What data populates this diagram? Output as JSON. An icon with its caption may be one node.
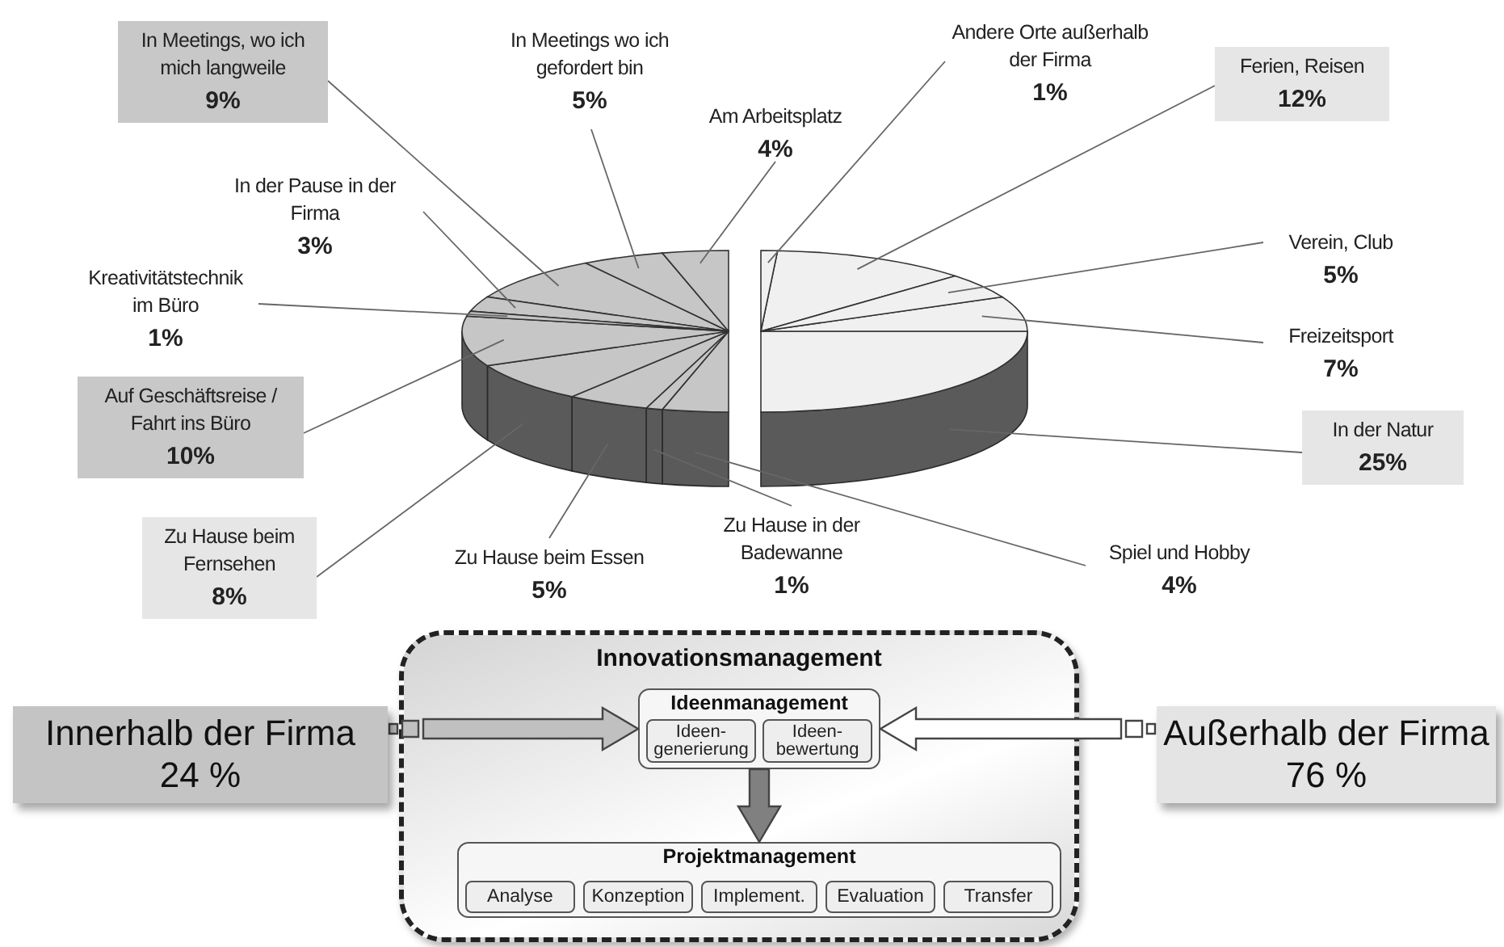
{
  "diagram": {
    "nodes": [
      {
        "text": [
          "Andere Orte außerhalb der Firma",
          "1%"
        ]
      },
      {
        "text": [
          "Ferien, Reisen",
          "12%"
        ]
      },
      {
        "text": [
          "Verein, Club",
          "5%"
        ]
      },
      {
        "text": [
          "Freizeitsport",
          "7%"
        ]
      },
      {
        "text": [
          "In der Natur",
          "25%"
        ]
      },
      {
        "text": [
          "Spiel und Hobby",
          "4%"
        ]
      },
      {
        "text": [
          "Zu Hause in der Badewanne",
          "1%"
        ]
      },
      {
        "text": [
          "Zu Hause beim Essen",
          "5%"
        ]
      },
      {
        "text": [
          "Zu Hause beim Fernsehen",
          "8%"
        ]
      },
      {
        "text": [
          "Auf Geschäftsreise / Fahrt ins Büro",
          "10%"
        ]
      },
      {
        "text": [
          "Kreativitätstechnik im Büro",
          "1%"
        ]
      },
      {
        "text": [
          "In der Pause in der Firma",
          "3%"
        ]
      },
      {
        "text": [
          "In Meetings, wo ich mich langweile",
          "9%"
        ]
      },
      {
        "text": [
          "In Meetings wo ich gefordert bin",
          "5%"
        ]
      },
      {
        "text": [
          "Am Arbeitsplatz",
          "4%"
        ]
      },
      {
        "text": [],
        "shape": "wedge"
      },
      {
        "text": [],
        "shape": "wedge"
      },
      {
        "text": [],
        "shape": "wedge"
      },
      {
        "text": [],
        "shape": "wedge"
      },
      {
        "text": [],
        "shape": "wedge"
      },
      {
        "text": [],
        "shape": "wedge"
      },
      {
        "text": [],
        "shape": "wedge"
      },
      {
        "text": [],
        "shape": "wedge"
      },
      {
        "text": [],
        "shape": "wedge"
      },
      {
        "text": [],
        "shape": "wedge"
      },
      {
        "text": [],
        "shape": "wedge"
      },
      {
        "text": [],
        "shape": "wedge"
      },
      {
        "text": [],
        "shape": "wedge"
      },
      {
        "text": [],
        "shape": "wedge"
      },
      {
        "text": [],
        "shape": "wedge"
      },
      {
        "text": [
          "Innovationsmanagement"
        ]
      },
      {
        "text": [
          "Ideenmanagement"
        ],
        "in": 30
      },
      {
        "text": [
          "Ideen- generierung"
        ],
        "in": 31
      },
      {
        "text": [
          "Ideen- bewertung"
        ],
        "in": 31
      },
      {
        "text": [
          "Projektmanagement"
        ],
        "in": 30
      },
      {
        "text": [
          "Analyse"
        ],
        "in": 34
      },
      {
        "text": [
          "Konzeption"
        ],
        "in": 34
      },
      {
        "text": [
          "Implement."
        ],
        "in": 34
      },
      {
        "text": [
          "Evaluation"
        ],
        "in": 34
      },
      {
        "text": [
          "Transfer"
        ],
        "in": 34
      },
      {
        "text": [
          "Innerhalb der Firma",
          "24 %"
        ]
      },
      {
        "text": [
          "Außerhalb der Firma",
          "76 %"
        ]
      }
    ],
    "edges": [
      {
        "from": 0,
        "to": 25,
        "arrow": "none"
      },
      {
        "from": 1,
        "to": 26,
        "arrow": "none"
      },
      {
        "from": 2,
        "to": 28,
        "arrow": "none"
      },
      {
        "from": 3,
        "to": 29,
        "arrow": "none"
      },
      {
        "from": 4,
        "to": 27,
        "arrow": "none"
      },
      {
        "from": 5,
        "to": 24,
        "arrow": "none"
      },
      {
        "from": 6,
        "to": 22,
        "arrow": "none"
      },
      {
        "from": 7,
        "to": 20,
        "arrow": "none"
      },
      {
        "from": 8,
        "to": 18,
        "arrow": "none"
      },
      {
        "from": 9,
        "to": 15,
        "arrow": "none"
      },
      {
        "from": 10,
        "to": 16,
        "arrow": "none"
      },
      {
        "from": 11,
        "to": 17,
        "arrow": "none"
      },
      {
        "from": 12,
        "to": 19,
        "arrow": "none"
      },
      {
        "from": 13,
        "to": 21,
        "arrow": "none"
      },
      {
        "from": 14,
        "to": 23,
        "arrow": "none"
      },
      {
        "from": 40,
        "to": 31,
        "arrow": "to",
        "style": "thick",
        "color": "#c0c0c0"
      },
      {
        "from": 41,
        "to": 31,
        "arrow": "to",
        "style": "thick",
        "color": "#ffffff"
      },
      {
        "from": 31,
        "to": 34,
        "arrow": "to",
        "style": "thick",
        "color": "#808080"
      }
    ]
  }
}
